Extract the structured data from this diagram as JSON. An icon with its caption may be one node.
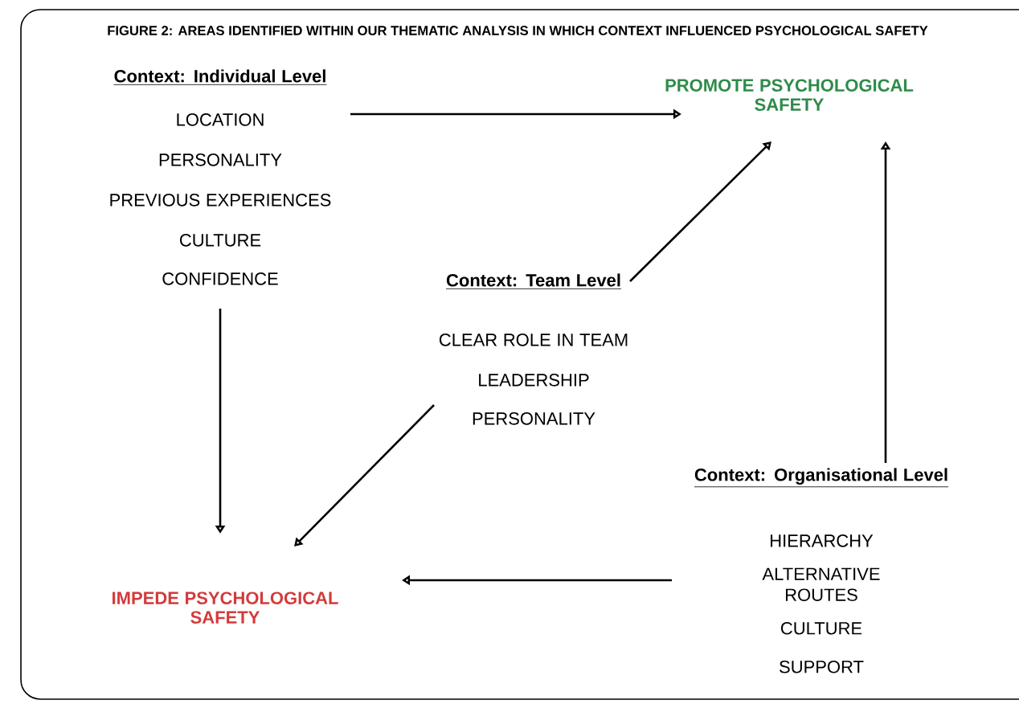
{
  "diagram": {
    "title": "FIGURE 2: AREAS IDENTIFIED WITHIN OUR THEMATIC ANALYSIS IN WHICH CONTEXT INFLUENCED PSYCHOLOGICAL SAFETY",
    "nodes": [
      {
        "text": [
          "Context: Individual Level",
          "LOCATION",
          "PERSONALITY",
          "PREVIOUS EXPERIENCES",
          "CULTURE",
          "CONFIDENCE"
        ]
      },
      {
        "text": [
          "PROMOTE PSYCHOLOGICAL SAFETY"
        ]
      },
      {
        "text": [
          "Context: Team Level",
          "CLEAR ROLE IN TEAM",
          "LEADERSHIP",
          "PERSONALITY"
        ]
      },
      {
        "text": [
          "Context: Organisational Level",
          "HIERARCHY",
          "ALTERNATIVE ROUTES",
          "CULTURE",
          "SUPPORT"
        ]
      },
      {
        "text": [
          "IMPEDE PSYCHOLOGICAL SAFETY"
        ]
      }
    ],
    "edges": [
      {
        "from": 0,
        "to": 1,
        "arrow": "to"
      },
      {
        "from": 0,
        "to": 4,
        "arrow": "to"
      },
      {
        "from": 2,
        "to": 1,
        "arrow": "to"
      },
      {
        "from": 2,
        "to": 4,
        "arrow": "to"
      },
      {
        "from": 3,
        "to": 1,
        "arrow": "to"
      },
      {
        "from": 3,
        "to": 4,
        "arrow": "to"
      }
    ]
  }
}
